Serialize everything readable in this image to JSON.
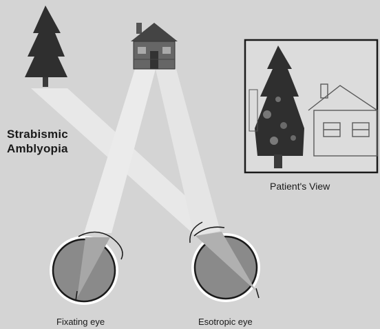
{
  "title": {
    "line1": "Strabismic",
    "line2": "Amblyopia"
  },
  "labels": {
    "patient_view": "Patient's View",
    "left_eye": "Fixating eye",
    "right_eye": "Esotropic eye"
  },
  "colors": {
    "background": "#d4d4d4",
    "beam": "#ececec",
    "eye_fill": "#8a8a8a",
    "ink": "#1a1a1a",
    "tree": "#2f2f2f",
    "house": "#555555"
  }
}
